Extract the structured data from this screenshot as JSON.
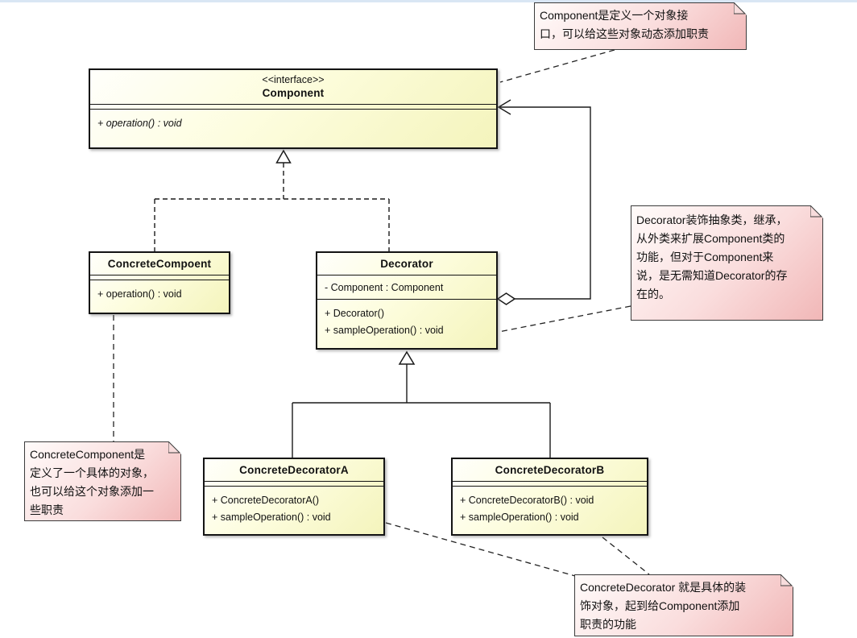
{
  "diagram": {
    "kind": "uml-class-diagram",
    "pattern": "Decorator"
  },
  "colors": {
    "class_fill_light": "#fffffb",
    "class_fill_dark": "#f4f4bc",
    "note_fill_light": "#fffbfa",
    "note_fill_dark": "#f1b7b7",
    "border": "#141414",
    "top_strip": "#d9e6f4"
  },
  "classes": [
    {
      "id": "component",
      "stereotype": "<<interface>>",
      "name": "Component",
      "attributes": [],
      "operations": [
        "+ operation() : void"
      ]
    },
    {
      "id": "concrete-compoent",
      "name": "ConcreteCompoent",
      "attributes": [],
      "operations": [
        "+ operation() : void"
      ]
    },
    {
      "id": "decorator",
      "name": "Decorator",
      "attributes": [
        "- Component : Component"
      ],
      "operations": [
        "+ Decorator()",
        "+ sampleOperation() : void"
      ]
    },
    {
      "id": "concrete-decorator-a",
      "name": "ConcreteDecoratorA",
      "attributes": [],
      "operations": [
        "+ ConcreteDecoratorA()",
        "+ sampleOperation() : void"
      ]
    },
    {
      "id": "concrete-decorator-b",
      "name": "ConcreteDecoratorB",
      "attributes": [],
      "operations": [
        "+ ConcreteDecoratorB() : void",
        "+ sampleOperation() : void"
      ]
    }
  ],
  "notes": [
    {
      "id": "note-component",
      "text": "Component是定义一个对象接口，可以给这些对象动态添加职责",
      "lines": [
        "Component是定义一个对象接",
        "口，可以给这些对象动态添加职责"
      ]
    },
    {
      "id": "note-decorator",
      "text": "Decorator装饰抽象类，继承，从外类来扩展Component类的功能，但对于Component来说，是无需知道Decorator的存在的。",
      "lines": [
        "Decorator装饰抽象类，继承，",
        "从外类来扩展Component类的",
        "功能，但对于Component来",
        "说，是无需知道Decorator的存",
        "在的。"
      ]
    },
    {
      "id": "note-concrete-component",
      "text": "ConcreteComponent是定义了一个具体的对象，也可以给这个对象添加一些职责",
      "lines": [
        "ConcreteComponent是",
        "定义了一个具体的对象，",
        "也可以给这个对象添加一",
        "些职责"
      ]
    },
    {
      "id": "note-concrete-decorator",
      "text": "ConcreteDecorator 就是具体的装饰对象，起到给Component添加职责的功能",
      "lines": [
        "ConcreteDecorator 就是具体的装",
        "饰对象，起到给Component添加",
        "职责的功能"
      ]
    }
  ],
  "relationships": [
    {
      "type": "realization",
      "from": "ConcreteCompoent",
      "to": "Component"
    },
    {
      "type": "realization",
      "from": "Decorator",
      "to": "Component"
    },
    {
      "type": "generalization",
      "from": "ConcreteDecoratorA",
      "to": "Decorator"
    },
    {
      "type": "generalization",
      "from": "ConcreteDecoratorB",
      "to": "Decorator"
    },
    {
      "type": "aggregation",
      "from": "Decorator",
      "to": "Component"
    },
    {
      "type": "note-anchor",
      "from": "note-component",
      "to": "Component"
    },
    {
      "type": "note-anchor",
      "from": "note-decorator",
      "to": "Decorator"
    },
    {
      "type": "note-anchor",
      "from": "note-concrete-component",
      "to": "ConcreteCompoent"
    },
    {
      "type": "note-anchor",
      "from": "note-concrete-decorator",
      "to": "ConcreteDecoratorA"
    },
    {
      "type": "note-anchor",
      "from": "note-concrete-decorator",
      "to": "ConcreteDecoratorB"
    }
  ]
}
